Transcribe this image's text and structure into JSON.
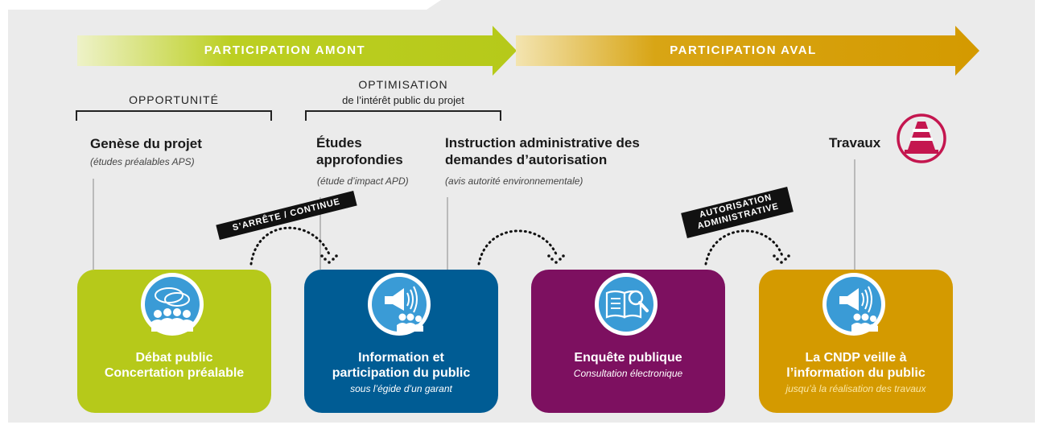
{
  "phases": {
    "amont": "PARTICIPATION AMONT",
    "aval": "PARTICIPATION AVAL"
  },
  "brackets": {
    "opportunite": {
      "title": "OPPORTUNITÉ"
    },
    "optimisation": {
      "title": "OPTIMISATION",
      "subtitle": "de l’intérêt public du projet"
    }
  },
  "stages": [
    {
      "title": "Genèse du projet",
      "subtitle": "(études préalables APS)"
    },
    {
      "title": "Études approfondies",
      "subtitle": "(étude d’impact APD)"
    },
    {
      "title": "Instruction administrative des demandes d’autorisation",
      "subtitle": "(avis autorité environnementale)"
    },
    {
      "title": "Travaux",
      "icon": "traffic-cone-icon"
    }
  ],
  "tags": {
    "arrete": "S’ARRÊTE / CONTINUE",
    "autorisation_line1": "AUTORISATION",
    "autorisation_line2": "ADMINISTRATIVE"
  },
  "boxes": [
    {
      "title_line1": "Débat public",
      "title_line2": "Concertation préalable",
      "subtitle": "",
      "color": "#b6c91a",
      "icon": "discussion-group-icon"
    },
    {
      "title_line1": "Information et",
      "title_line2": "participation du public",
      "subtitle": "sous l’égide d’un garant",
      "color": "#005c94",
      "icon": "megaphone-group-icon"
    },
    {
      "title_line1": "Enquête publique",
      "title_line2": "",
      "subtitle": "Consultation électronique",
      "color": "#7d1060",
      "icon": "document-search-icon"
    },
    {
      "title_line1": "La CNDP veille à",
      "title_line2": "l’information du public",
      "subtitle": "jusqu’à la réalisation des travaux",
      "color": "#d49a00",
      "icon": "megaphone-group-icon"
    }
  ],
  "colors": {
    "amont": "#b6c91a",
    "aval": "#d49a00",
    "cone": "#c4164f",
    "icon_circle": "#3a9bd6"
  }
}
